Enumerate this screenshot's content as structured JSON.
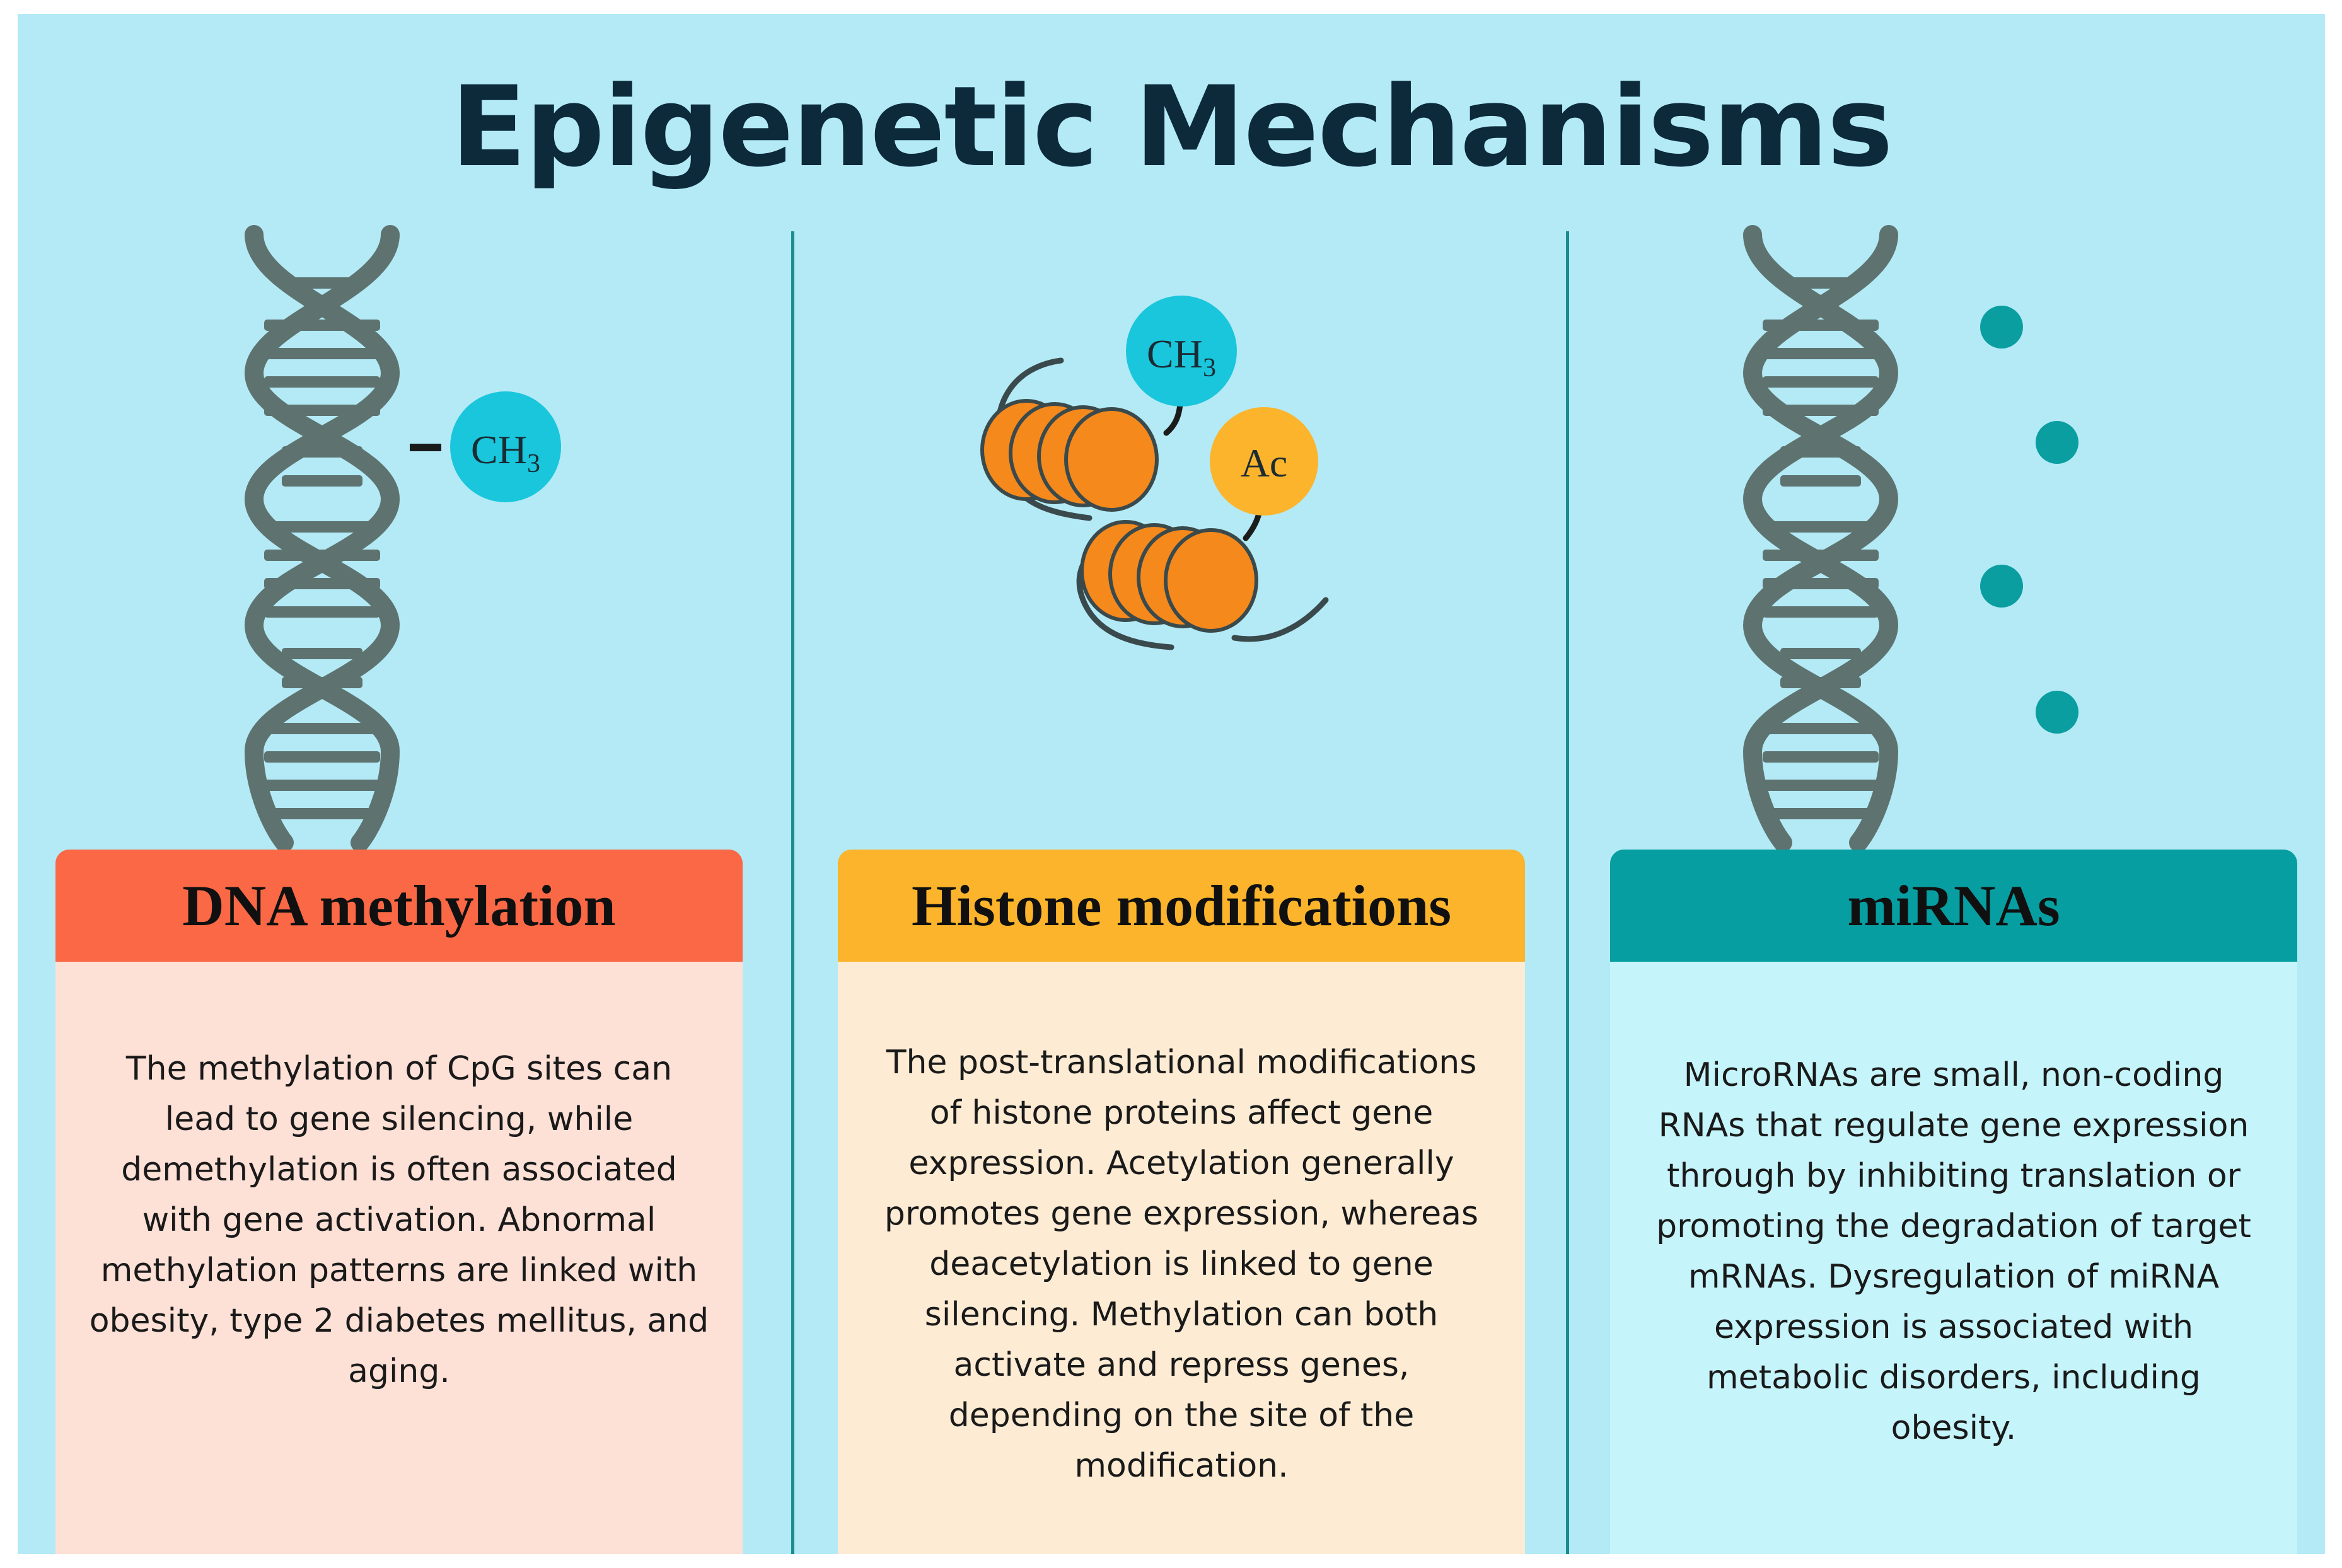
{
  "title": "Epigenetic Mechanisms",
  "illustrations": {
    "dna_methyl_label": "CH",
    "dna_methyl_subscript": "3",
    "histone_methyl_label": "CH",
    "histone_methyl_subscript": "3",
    "histone_acetyl_label": "Ac"
  },
  "cards": [
    {
      "heading": "DNA methylation",
      "text": "The methylation of CpG sites can lead to gene silencing, while demethylation is often associated with gene activation. Abnormal methylation patterns are linked with obesity, type 2 diabetes mellitus, and aging."
    },
    {
      "heading": "Histone modifications",
      "text": "The post-translational modifications of histone proteins affect gene expression. Acetylation generally promotes gene expression, whereas deacetylation is linked to gene silencing. Methylation can both activate and repress genes, depending on the site of the modification."
    },
    {
      "heading": "miRNAs",
      "text": "MicroRNAs are small, non-coding RNAs that regulate gene expression through by inhibiting translation or promoting the degradation of target mRNAs. Dysregulation of miRNA expression is associated with metabolic disorders, including obesity."
    }
  ],
  "colors": {
    "background": "#b3eaf6",
    "dna_strand": "#5e7370",
    "methyl_group": "#19c6dc",
    "acetyl_group": "#fbb42b",
    "histone": "#f5891c",
    "mirna_dot": "#0a9ea1",
    "dna_header": "#fa6845",
    "histone_header": "#fbb42b",
    "mirna_header": "#069ea1"
  },
  "icons": [
    "dna-helix-icon",
    "methyl-group-icon",
    "acetyl-group-icon",
    "nucleosome-icon",
    "mirna-dot-icon"
  ]
}
